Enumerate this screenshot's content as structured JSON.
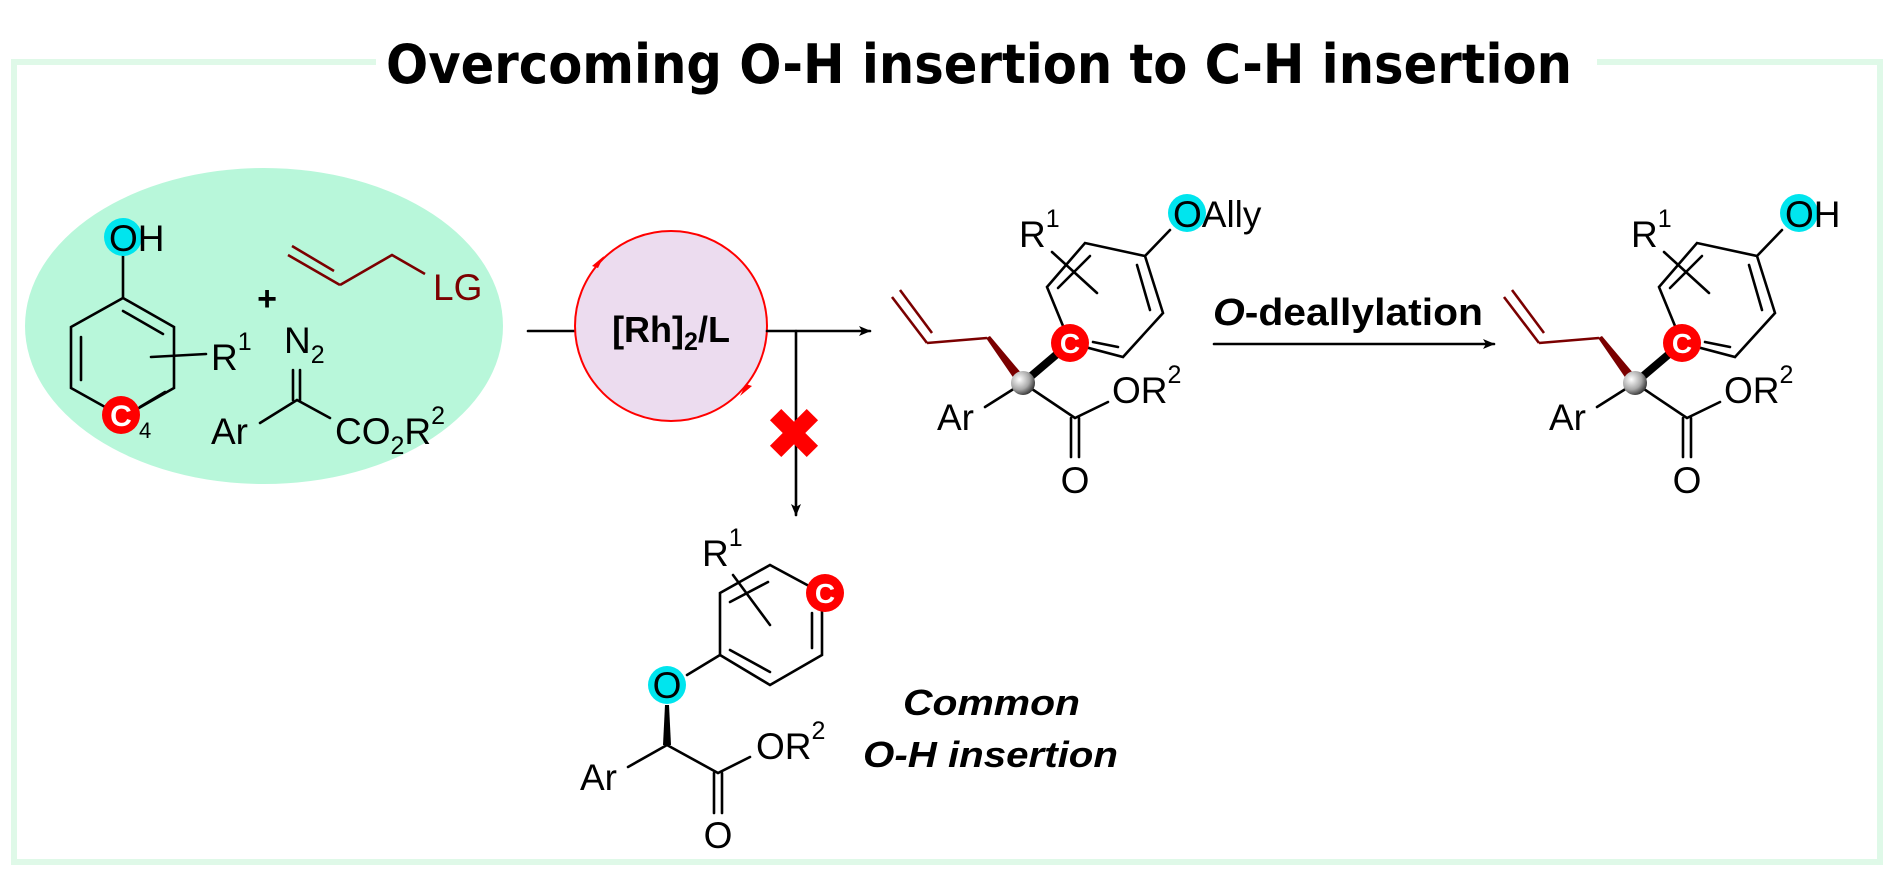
{
  "title": "Overcoming O-H insertion to C-H insertion",
  "colors": {
    "frame": "#dff9e8",
    "ellipse": "#b8f7da",
    "catalyst_fill": "#ecdcef",
    "red": "#ff0000",
    "cyan": "#00e5ee",
    "allyl": "#7b0000"
  },
  "reactants": {
    "oh": "OH",
    "r": "R",
    "r_sup": "1",
    "c_label": "C",
    "c_sub": "4",
    "plus": "+",
    "n": "N",
    "n_sub": "2",
    "ar": "Ar",
    "co": "CO",
    "co_sub": "2",
    "r2": "R",
    "r2_sup": "2",
    "lg": "LG"
  },
  "catalyst": {
    "rh": "[Rh]",
    "sub": "2",
    "ligand": "/L"
  },
  "step2": {
    "italic": "O",
    "rest": "-deallylation"
  },
  "product_ch_allyl": {
    "r": "R",
    "r_sup": "1",
    "o_label": "O",
    "o_rest": "Ally",
    "c_label": "C",
    "ar": "Ar",
    "or": "OR",
    "or_sup": "2",
    "carbonyl_o": "O"
  },
  "product_ch_free": {
    "r": "R",
    "r_sup": "1",
    "o_label": "O",
    "o_rest": "H",
    "c_label": "C",
    "ar": "Ar",
    "or": "OR",
    "or_sup": "2",
    "carbonyl_o": "O"
  },
  "product_oh": {
    "r": "R",
    "r_sup": "1",
    "c_label": "C",
    "o_label": "O",
    "ar": "Ar",
    "or": "OR",
    "or_sup": "2",
    "carbonyl_o": "O",
    "caption_line1": "Common",
    "caption_line2": "O-H insertion"
  },
  "icons": {
    "blocked": "red-x-icon"
  }
}
